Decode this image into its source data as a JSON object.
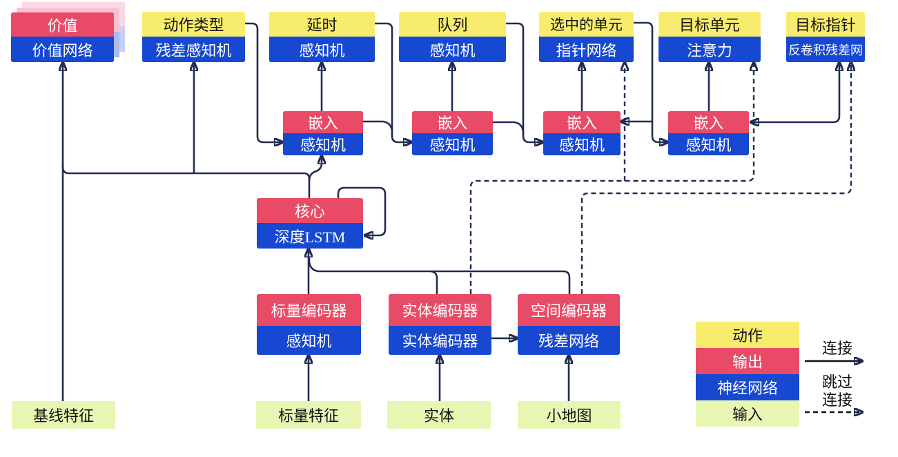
{
  "nodes": {
    "value": {
      "head": "价值",
      "body": "价值网络"
    },
    "action_type": {
      "head": "动作类型",
      "body": "残差感知机"
    },
    "delay": {
      "head": "延时",
      "body": "感知机"
    },
    "queue": {
      "head": "队列",
      "body": "感知机"
    },
    "selected_units": {
      "head": "选中的单元",
      "body": "指针网络"
    },
    "target_unit": {
      "head": "目标单元",
      "body": "注意力"
    },
    "target_point": {
      "head": "目标指针",
      "body": "反卷积残差网"
    },
    "embed_1": {
      "head": "嵌入",
      "body": "感知机"
    },
    "embed_2": {
      "head": "嵌入",
      "body": "感知机"
    },
    "embed_3": {
      "head": "嵌入",
      "body": "感知机"
    },
    "embed_4": {
      "head": "嵌入",
      "body": "感知机"
    },
    "core": {
      "head": "核心",
      "body": "深度LSTM"
    },
    "scalar_encoder": {
      "head": "标量编码器",
      "body": "感知机"
    },
    "entity_encoder": {
      "head": "实体编码器",
      "body": "实体编码器"
    },
    "spatial_encoder": {
      "head": "空间编码器",
      "body": "残差网络"
    },
    "baseline_features": {
      "label": "基线特征"
    },
    "scalar_features": {
      "label": "标量特征"
    },
    "entities": {
      "label": "实体"
    },
    "minimap": {
      "label": "小地图"
    }
  },
  "legend": {
    "action_label": "动作",
    "output_label": "输出",
    "network_label": "神经网络",
    "input_label": "输入",
    "solid_edge_label": "连接",
    "dashed_edge_label_line1": "跳过",
    "dashed_edge_label_line2": "连接"
  },
  "colors": {
    "action_yellow": "#f7ec6d",
    "output_red": "#e94b67",
    "network_blue": "#1648d1",
    "input_green": "#e7f6b3",
    "wire_navy": "#202c50",
    "value_shadow_pink": "#f7c2d0",
    "value_shadow_blue": "#aab9f0"
  }
}
